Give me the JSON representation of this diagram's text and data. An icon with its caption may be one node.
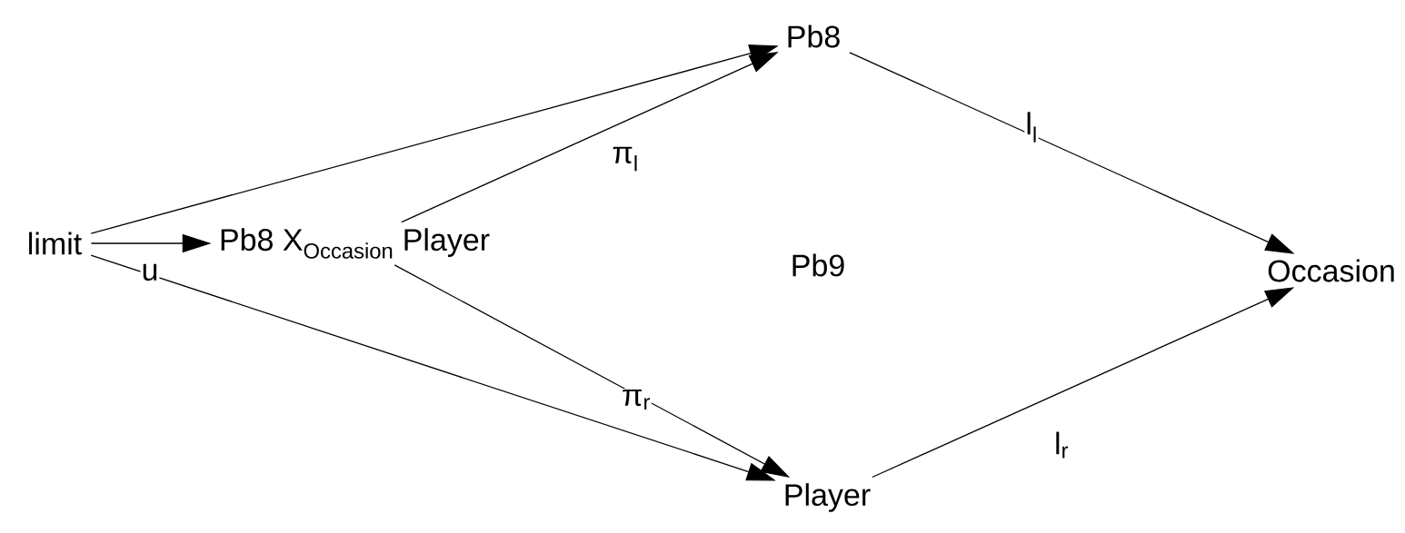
{
  "diagram": {
    "nodes": [
      {
        "text": [
          "limit"
        ]
      },
      {
        "text": [
          "Pb8 X$_{Occasion}$ Player"
        ]
      },
      {
        "text": [
          "Pb8"
        ]
      },
      {
        "text": [
          "Player"
        ]
      },
      {
        "text": [
          "Occasion"
        ]
      }
    ],
    "edges": [
      {
        "from": 0,
        "to": 2,
        "arrow": "to"
      },
      {
        "from": 0,
        "to": 1,
        "arrow": "to",
        "label": "u"
      },
      {
        "from": 0,
        "to": 3,
        "arrow": "to"
      },
      {
        "from": 1,
        "to": 2,
        "arrow": "to",
        "label": "π$_{l}$"
      },
      {
        "from": 1,
        "to": 3,
        "arrow": "to",
        "label": "π$_{r}$"
      },
      {
        "from": 2,
        "to": 4,
        "arrow": "to",
        "label": "l$_{l}$"
      },
      {
        "from": 3,
        "to": 4,
        "arrow": "to",
        "label": "l$_{r}$"
      }
    ],
    "labels": [
      "Pb9"
    ]
  }
}
